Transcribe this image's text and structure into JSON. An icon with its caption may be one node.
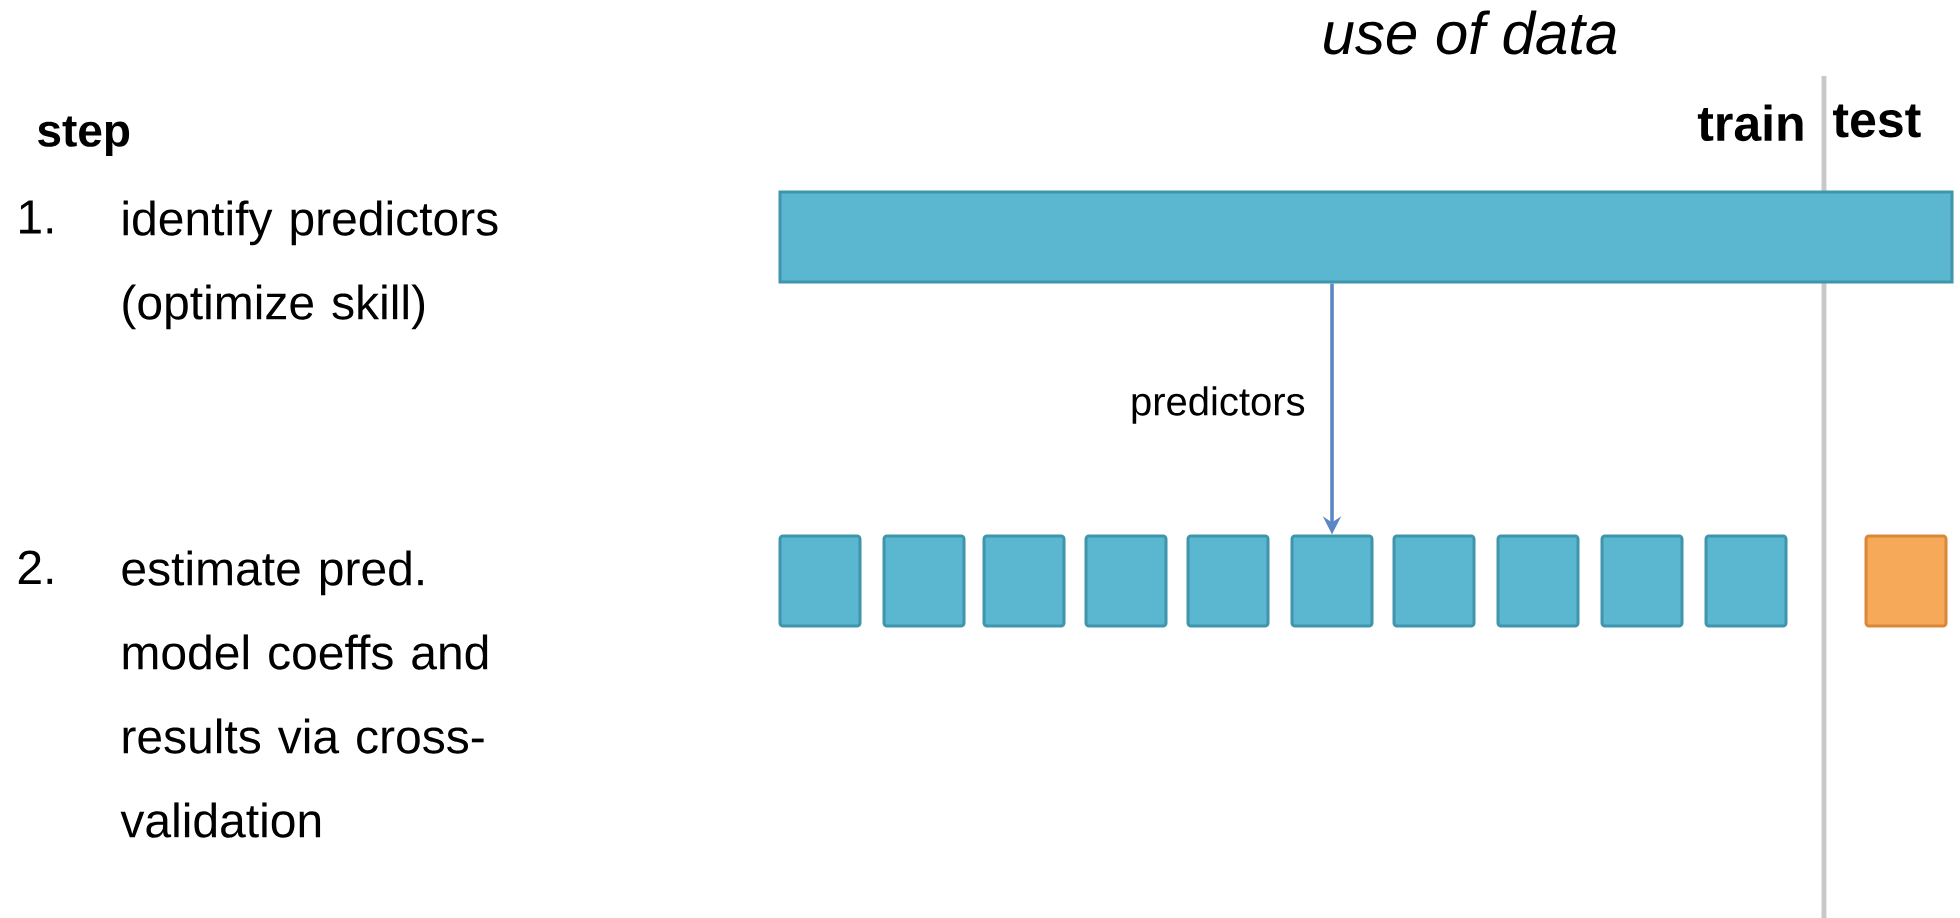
{
  "diagram": {
    "title": "use of data",
    "nodes": [
      {
        "text": [],
        "shape": "bar"
      },
      {
        "text": [],
        "shape": "box"
      },
      {
        "text": [],
        "shape": "box"
      },
      {
        "text": [],
        "shape": "box"
      },
      {
        "text": [],
        "shape": "box"
      },
      {
        "text": [],
        "shape": "box"
      },
      {
        "text": [],
        "shape": "box"
      },
      {
        "text": [],
        "shape": "box"
      },
      {
        "text": [],
        "shape": "box"
      },
      {
        "text": [],
        "shape": "box"
      },
      {
        "text": [],
        "shape": "box"
      },
      {
        "text": [],
        "shape": "box"
      }
    ],
    "edges": [
      {
        "from": 0,
        "to": 6,
        "arrow": "to",
        "label": "predictors"
      }
    ],
    "labels": [
      "step",
      "train",
      "test",
      "1.",
      "identify predictors (optimize skill)",
      "2.",
      "estimate pred. model coeffs and results via cross-validation"
    ]
  }
}
